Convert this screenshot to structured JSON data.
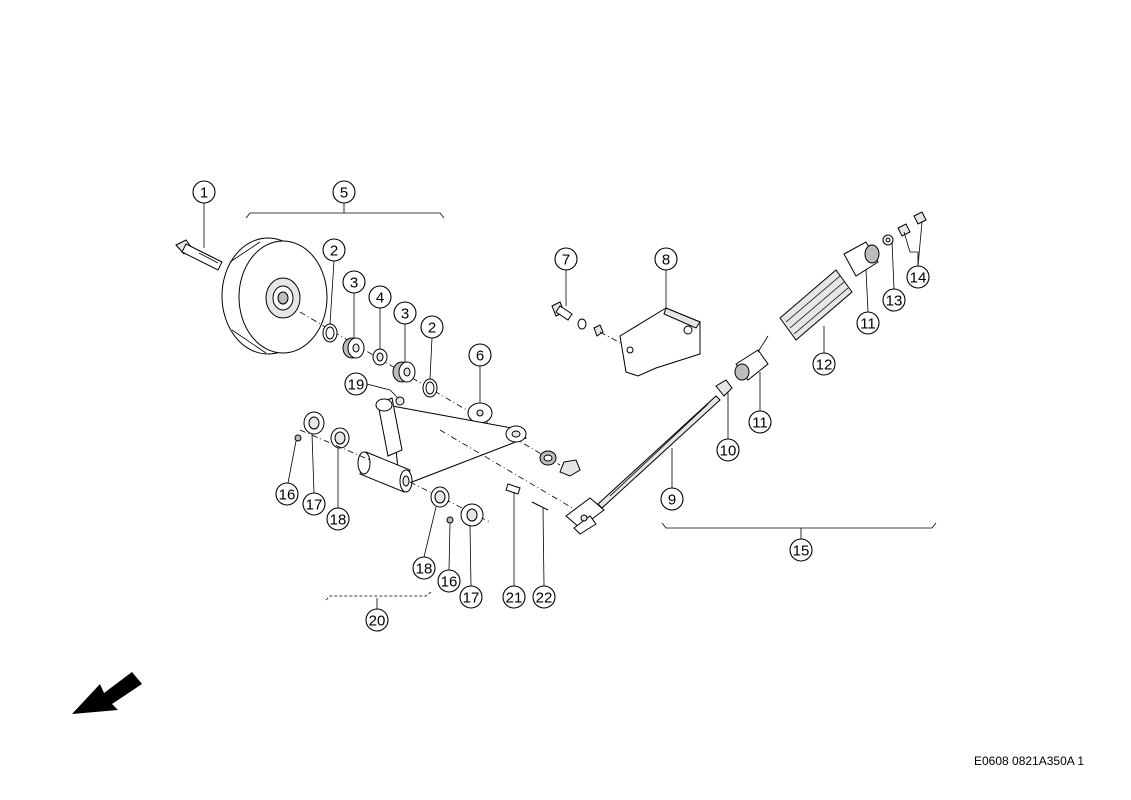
{
  "drawing_code": "E0608 0821A350A 1",
  "callouts": [
    "1",
    "2",
    "3",
    "4",
    "3",
    "2",
    "5",
    "6",
    "7",
    "8",
    "9",
    "10",
    "11",
    "11",
    "12",
    "13",
    "14",
    "15",
    "16",
    "17",
    "18",
    "16",
    "17",
    "18",
    "19",
    "20",
    "21",
    "22"
  ],
  "icons": {
    "direction_arrow": "front-direction-arrow-icon"
  }
}
